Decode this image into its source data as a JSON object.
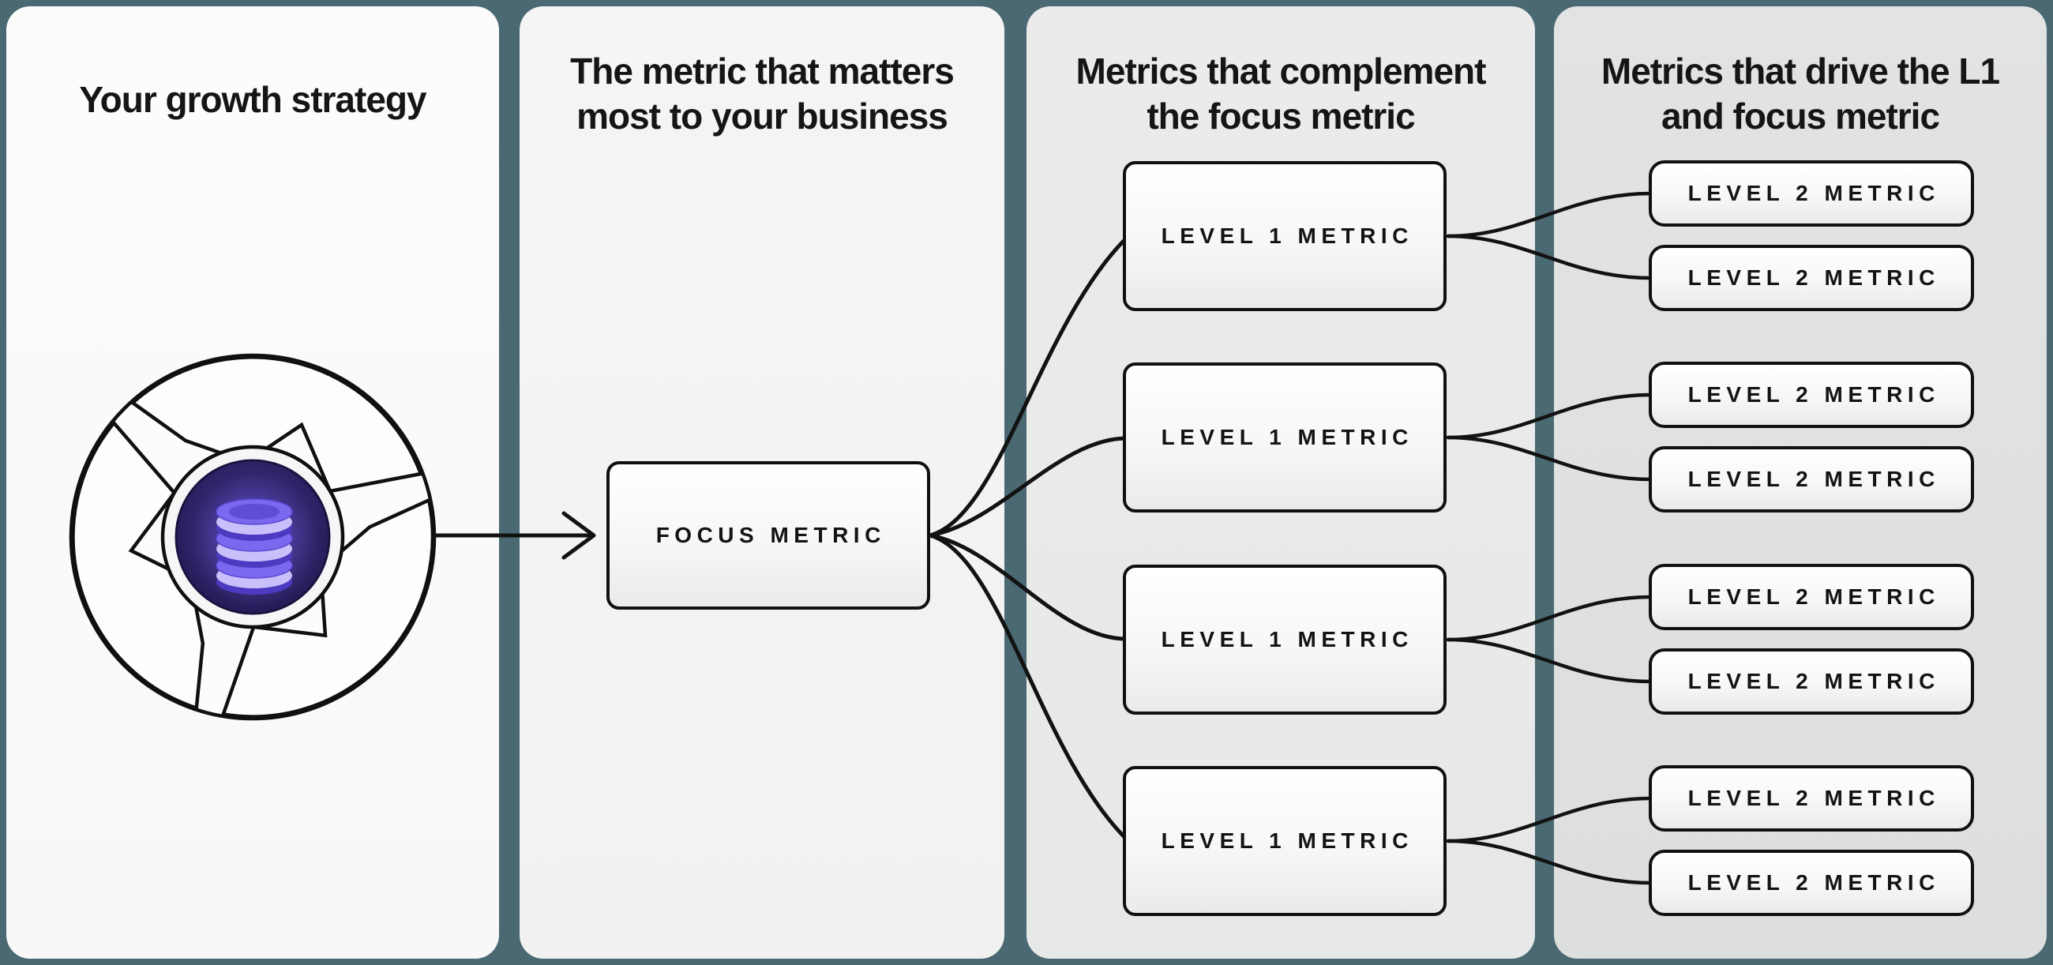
{
  "panels": [
    {
      "title_lines": [
        "Your growth strategy",
        ""
      ]
    },
    {
      "title_lines": [
        "The metric that matters",
        "most to your business"
      ]
    },
    {
      "title_lines": [
        "Metrics that complement",
        "the focus metric"
      ]
    },
    {
      "title_lines": [
        "Metrics that drive the L1",
        "and focus metric"
      ]
    }
  ],
  "focus_metric": {
    "label": "FOCUS METRIC"
  },
  "level1_metrics": [
    {
      "label": "LEVEL 1 METRIC"
    },
    {
      "label": "LEVEL 1 METRIC"
    },
    {
      "label": "LEVEL 1 METRIC"
    },
    {
      "label": "LEVEL 1 METRIC"
    }
  ],
  "level2_metrics": [
    {
      "label": "LEVEL 2 METRIC"
    },
    {
      "label": "LEVEL 2 METRIC"
    },
    {
      "label": "LEVEL 2 METRIC"
    },
    {
      "label": "LEVEL 2 METRIC"
    },
    {
      "label": "LEVEL 2 METRIC"
    },
    {
      "label": "LEVEL 2 METRIC"
    },
    {
      "label": "LEVEL 2 METRIC"
    },
    {
      "label": "LEVEL 2 METRIC"
    }
  ],
  "icons": {
    "flywheel": "growth-flywheel-icon",
    "database": "database-icon",
    "arrow": "right-arrow-icon"
  },
  "colors": {
    "teal_bg": "#4a6972",
    "ink": "#121212",
    "panel1": "#fafafa",
    "panel2": "#f3f3f3",
    "panel3": "#eaeaea",
    "panel4": "#e0e1e1",
    "accent_purple": "#7a69ee",
    "hub_dark_purple": "#2a1f5e",
    "ring_light_purple": "#c9c0fb"
  }
}
